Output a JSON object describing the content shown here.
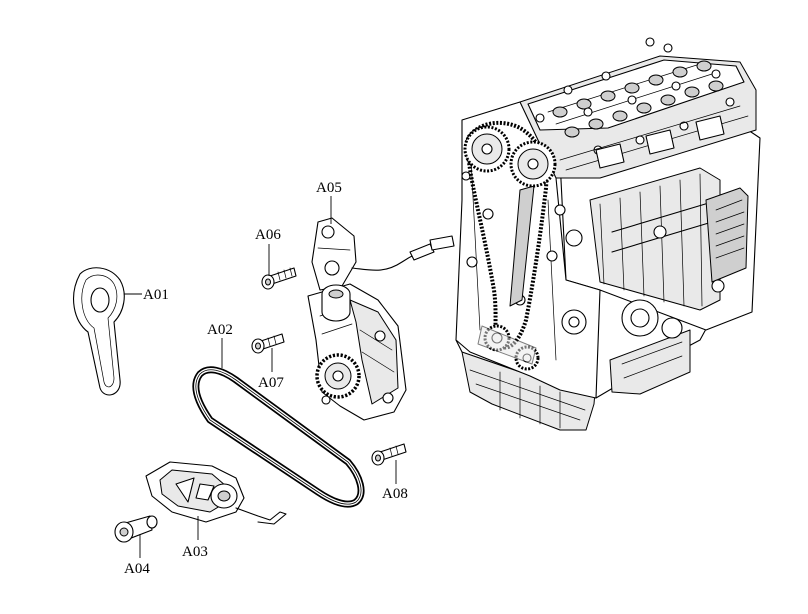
{
  "labels": {
    "a01": "A01",
    "a02": "A02",
    "a03": "A03",
    "a04": "A04",
    "a05": "A05",
    "a06": "A06",
    "a07": "A07",
    "a08": "A08"
  }
}
